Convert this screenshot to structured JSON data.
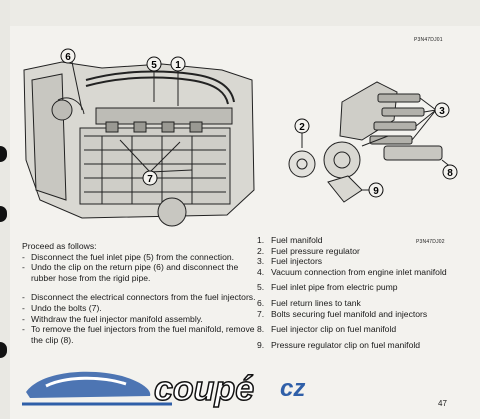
{
  "figure_ids": {
    "left": "P3N47DJ01",
    "right": "P3N47DJ02"
  },
  "callouts": {
    "left": [
      "6",
      "5",
      "1",
      "7"
    ],
    "right": [
      "2",
      "3",
      "8",
      "9"
    ]
  },
  "intro": "Proceed as follows:",
  "steps": [
    "Disconnect the fuel inlet pipe (5) from the connection.",
    "Undo the clip on the return pipe (6) and disconnect the rubber hose from the rigid pipe.",
    "Disconnect the electrical connectors from the fuel injectors.",
    "Undo the bolts (7).",
    "Withdraw the fuel injector manifold assembly.",
    "To remove the fuel injectors from the fuel manifold, remove the clip (8)."
  ],
  "legend": [
    {
      "num": "1.",
      "text": "Fuel manifold"
    },
    {
      "num": "2.",
      "text": "Fuel pressure regulator"
    },
    {
      "num": "3.",
      "text": "Fuel injectors"
    },
    {
      "num": "4.",
      "text": "Vacuum connection from engine inlet manifold"
    },
    {
      "num": "5.",
      "text": "Fuel inlet pipe from electric pump"
    },
    {
      "num": "6.",
      "text": "Fuel return lines to tank"
    },
    {
      "num": "7.",
      "text": "Bolts securing fuel manifold and injectors"
    },
    {
      "num": "8.",
      "text": "Fuel injector clip on fuel manifold"
    },
    {
      "num": "9.",
      "text": "Pressure regulator clip on fuel manifold"
    }
  ],
  "page_number": "47",
  "watermark": {
    "brand": "coupé",
    "suffix": "cz"
  }
}
